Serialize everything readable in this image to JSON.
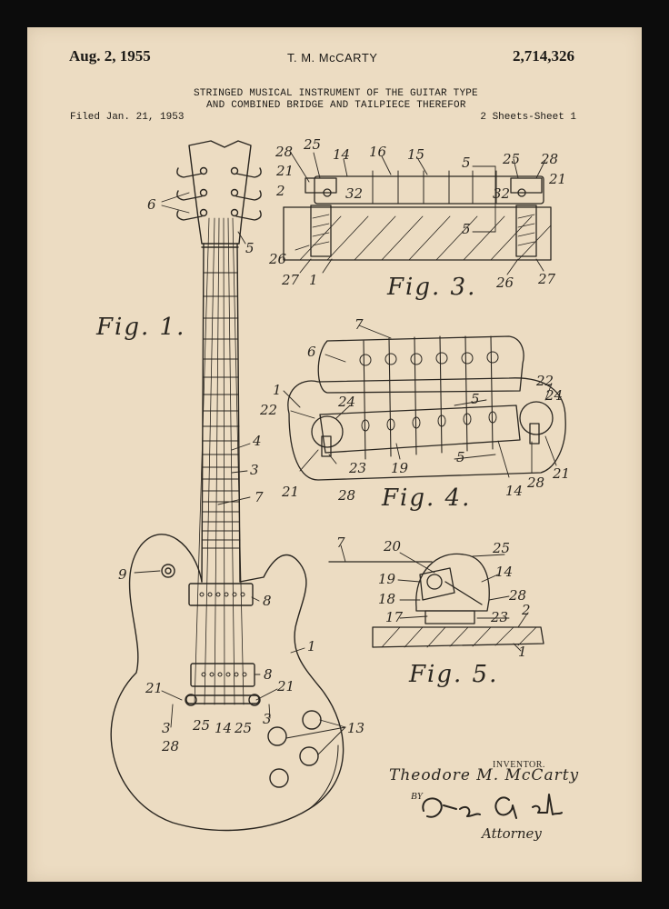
{
  "header": {
    "date": "Aug. 2, 1955",
    "inventor": "T. M. McCARTY",
    "patent_number": "2,714,326",
    "title_line1": "STRINGED MUSICAL INSTRUMENT OF THE GUITAR TYPE",
    "title_line2": "AND COMBINED BRIDGE AND TAILPIECE THEREFOR",
    "filed": "Filed Jan. 21, 1953",
    "sheets": "2 Sheets-Sheet 1"
  },
  "figures": {
    "fig1": "Fig. 1.",
    "fig3": "Fig. 3.",
    "fig4": "Fig. 4.",
    "fig5": "Fig. 5."
  },
  "labels": {
    "fig1": [
      "6",
      "5",
      "4",
      "3",
      "7",
      "9",
      "8",
      "8",
      "1",
      "21",
      "21",
      "3",
      "3",
      "25",
      "14",
      "25",
      "28",
      "13"
    ],
    "fig3": [
      "28",
      "25",
      "14",
      "16",
      "15",
      "5",
      "25",
      "28",
      "21",
      "21",
      "2",
      "32",
      "32",
      "5",
      "26",
      "27",
      "1",
      "26",
      "27"
    ],
    "fig4": [
      "7",
      "6",
      "1",
      "22",
      "24",
      "5",
      "22",
      "24",
      "5",
      "14",
      "28",
      "21",
      "23",
      "19",
      "21",
      "28"
    ],
    "fig5": [
      "7",
      "20",
      "25",
      "19",
      "14",
      "18",
      "28",
      "17",
      "23",
      "2",
      "1"
    ]
  },
  "signature": {
    "inventor_label": "INVENTOR.",
    "inventor_name": "Theodore M. McCarty",
    "by": "BY",
    "attorney_name": "Otira Earl",
    "attorney_label": "Attorney"
  }
}
